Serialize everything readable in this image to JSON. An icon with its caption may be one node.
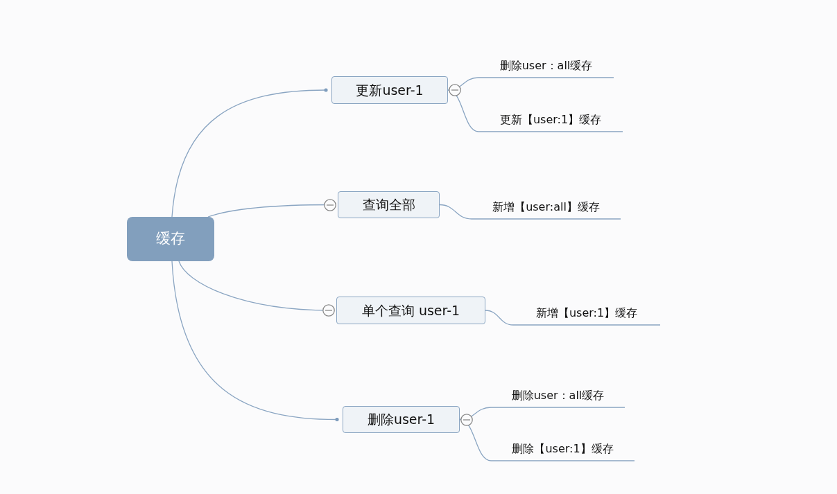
{
  "diagram": {
    "nodes": [
      {
        "text": [
          "缓存"
        ]
      },
      {
        "text": [
          "更新user-1"
        ]
      },
      {
        "text": [
          "删除user：all缓存"
        ]
      },
      {
        "text": [
          "更新【user:1】缓存"
        ]
      },
      {
        "text": [
          "查询全部"
        ]
      },
      {
        "text": [
          "新增【user:all】缓存"
        ]
      },
      {
        "text": [
          "单个查询 user-1"
        ]
      },
      {
        "text": [
          "新增【user:1】缓存"
        ]
      },
      {
        "text": [
          "删除user-1"
        ]
      },
      {
        "text": [
          "删除user：all缓存"
        ]
      },
      {
        "text": [
          "删除【user:1】缓存"
        ]
      }
    ],
    "edges": [
      {
        "from": 0,
        "to": 1,
        "arrow": "other"
      },
      {
        "from": 1,
        "to": 2,
        "arrow": "none"
      },
      {
        "from": 1,
        "to": 3,
        "arrow": "none"
      },
      {
        "from": 0,
        "to": 4,
        "arrow": "none"
      },
      {
        "from": 4,
        "to": 5,
        "arrow": "none"
      },
      {
        "from": 0,
        "to": 6,
        "arrow": "none"
      },
      {
        "from": 6,
        "to": 7,
        "arrow": "none"
      },
      {
        "from": 0,
        "to": 8,
        "arrow": "other"
      },
      {
        "from": 8,
        "to": 9,
        "arrow": "none"
      },
      {
        "from": 8,
        "to": 10,
        "arrow": "none"
      }
    ]
  }
}
